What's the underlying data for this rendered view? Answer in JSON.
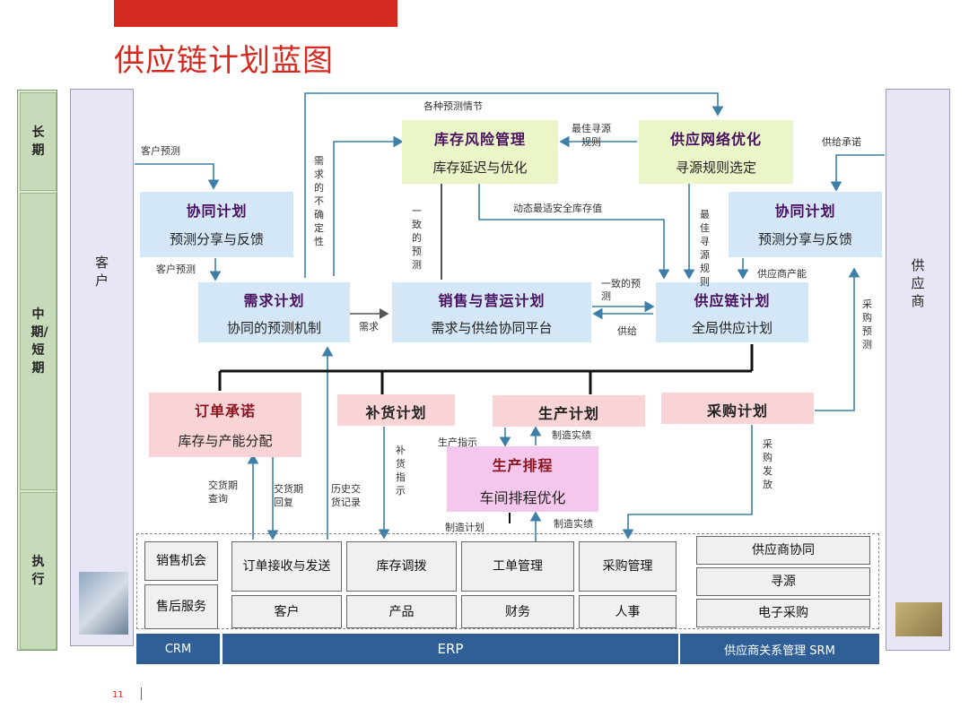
{
  "title": "供应链计划蓝图",
  "phases": [
    "长期",
    "中期/短期",
    "执行"
  ],
  "left_party": "客户",
  "right_party": "供应商",
  "boxes": {
    "inv_risk": {
      "h": "库存风险管理",
      "s": "库存延迟与优化"
    },
    "net_opt": {
      "h": "供应网络优化",
      "s": "寻源规则选定"
    },
    "collab_left": {
      "h": "协同计划",
      "s": "预测分享与反馈"
    },
    "collab_right": {
      "h": "协同计划",
      "s": "预测分享与反馈"
    },
    "demand": {
      "h": "需求计划",
      "s": "协同的预测机制"
    },
    "sop": {
      "h": "销售与营运计划",
      "s": "需求与供给协同平台"
    },
    "scp": {
      "h": "供应链计划",
      "s": "全局供应计划"
    },
    "order_promise": {
      "h": "订单承诺",
      "s": "库存与产能分配"
    },
    "replenish": {
      "h": "补货计划"
    },
    "production": {
      "h": "生产计划"
    },
    "schedule": {
      "h": "生产排程",
      "s": "车间排程优化"
    },
    "procure": {
      "h": "采购计划"
    }
  },
  "labels": {
    "various_forecast": "各种预测情节",
    "cust_forecast_top": "客户预测",
    "cust_forecast_mid": "客户预测",
    "supply_commit": "供给承诺",
    "best_sourcing_top": "最佳寻源规则",
    "best_sourcing_right": "最佳寻源规则",
    "demand_uncertainty": "需求的不确定性",
    "consistent_forecast_v": "一致的预测",
    "dynamic_safety": "动态最适安全库存值",
    "supplier_capacity": "供应商产能",
    "consistent_forecast_h": "一致的预测",
    "demand_arrow": "需求",
    "supply_arrow": "供给",
    "procure_forecast": "采购预测",
    "prod_instr": "生产指示",
    "mfg_actual_top": "制造实绩",
    "delivery_query": "交货期查询",
    "delivery_reply": "交货期回复",
    "history_records": "历史交货记录",
    "replenish_instr": "补货指示",
    "purchase_issue": "采购发放",
    "mfg_plan": "制造计划",
    "mfg_actual_bottom": "制造实绩"
  },
  "systems": {
    "crm": [
      "销售机会",
      "售后服务"
    ],
    "erp_top": [
      "订单接收与发送",
      "库存调拨",
      "工单管理",
      "采购管理"
    ],
    "erp_bottom": [
      "客户",
      "产品",
      "财务",
      "人事"
    ],
    "srm": [
      "供应商协同",
      "寻源",
      "电子采购"
    ]
  },
  "bands": {
    "crm": "CRM",
    "erp": "ERP",
    "srm": "供应商关系管理 SRM"
  },
  "page_number": "11",
  "colors": {
    "accent": "#d42a20",
    "arrow": "#3d7fa8",
    "band": "#2f5f96"
  }
}
